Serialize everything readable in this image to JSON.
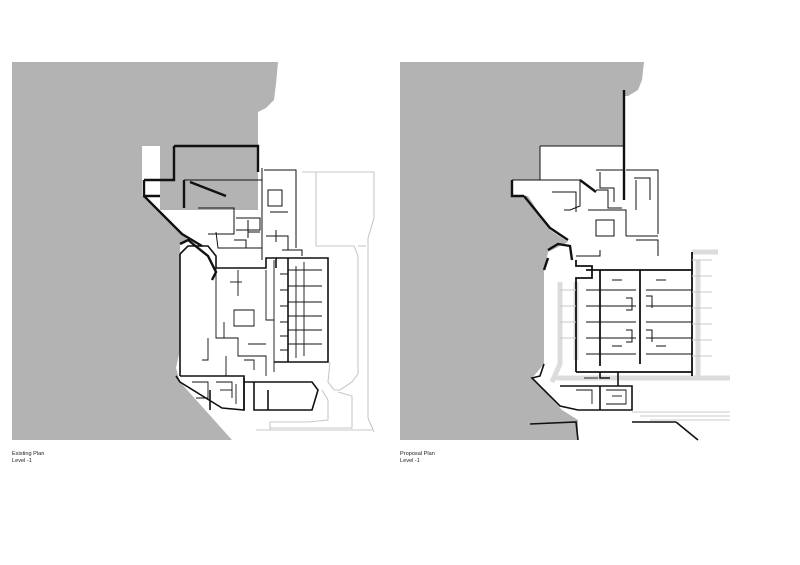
{
  "drawings": [
    {
      "id": "existing",
      "title": "Existing Plan",
      "level": "Level -1"
    },
    {
      "id": "proposal",
      "title": "Proposal Plan",
      "level": "Level -1"
    }
  ],
  "colors": {
    "ground_fill": "#b3b3b3",
    "wall_line": "#111111",
    "new_work_light": "#dcdcdc",
    "background": "#ffffff"
  }
}
